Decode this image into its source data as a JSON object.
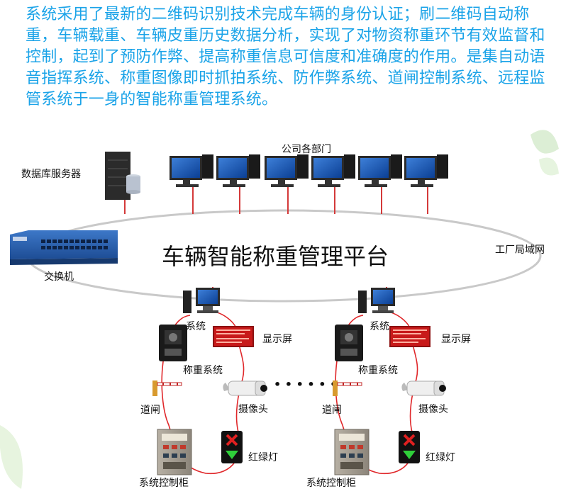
{
  "intro_text": "系统采用了最新的二维码识别技术完成车辆的身份认证；刷二维码自动称重，车辆载重、车辆皮重历史数据分析，实现了对物资称重环节有效监督和控制，起到了预防作弊、提高称重信息可信度和准确度的作用。是集自动语音指挥系统、称重图像即时抓拍系统、防作弊系统、道闸控制系统、远程监管系统于一身的智能称重管理系统。",
  "labels": {
    "db_server": "数据库服务器",
    "departments": "公司各部门",
    "switch": "交换机",
    "platform": "车辆智能称重管理平台",
    "lan": "工厂局域网",
    "ellipsis": "• • • • • •"
  },
  "stations": [
    {
      "system": "系统",
      "display": "显示屏",
      "weighing": "称重系统",
      "gate": "道闸",
      "camera": "摄像头",
      "control_cabinet": "系统控制柜",
      "traffic_light": "红绿灯"
    },
    {
      "system": "系统",
      "display": "显示屏",
      "weighing": "称重系统",
      "gate": "道闸",
      "camera": "摄像头",
      "control_cabinet": "系统控制柜",
      "traffic_light": "红绿灯"
    }
  ],
  "colors": {
    "intro_text": "#1aa3e8",
    "link_red": "#e0282b",
    "network_ring": "#c9c9c9",
    "switch_blue": "#2a5ea8",
    "led_red": "#ff2a2a"
  }
}
